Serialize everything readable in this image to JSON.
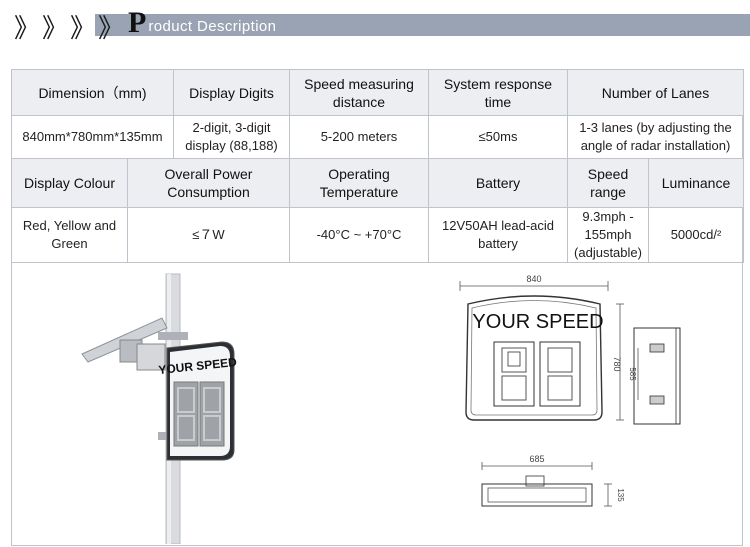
{
  "banner": {
    "chevrons": [
      "》",
      "》",
      "》",
      "》"
    ],
    "title_initial": "P",
    "title_rest": "roduct Description"
  },
  "spec_table": {
    "row1_headers": [
      "Dimension（mm)",
      "Display Digits",
      "Speed measuring distance",
      "System response time",
      "Number of Lanes"
    ],
    "row1_values": [
      "840mm*780mm*135mm",
      "2-digit, 3-digit display (88,188)",
      "5-200 meters",
      "≤50ms",
      "1-3 lanes (by adjusting the angle of radar installation)"
    ],
    "row2_headers": [
      "Display Colour",
      "Overall Power Consumption",
      "Operating Temperature",
      "Battery",
      "Speed range",
      "Luminance"
    ],
    "row2_values": [
      "Red, Yellow and Green",
      "≤７W",
      "-40°C ~ +70°C",
      "12V50AH lead-acid battery",
      "9.3mph - 155mph (adjustable)",
      "5000cd/²"
    ]
  },
  "photo": {
    "sign_text": "YOUR SPEED"
  },
  "drawing": {
    "sign_text": "YOUR SPEED",
    "dim_width": "840",
    "dim_height": "780",
    "dim_bracket": "585",
    "dim_base_width": "685",
    "dim_depth": "135"
  },
  "colors": {
    "banner_bar": "#9aa3b3",
    "header_cell_bg": "#eceef2",
    "border": "#bfc4cc"
  }
}
